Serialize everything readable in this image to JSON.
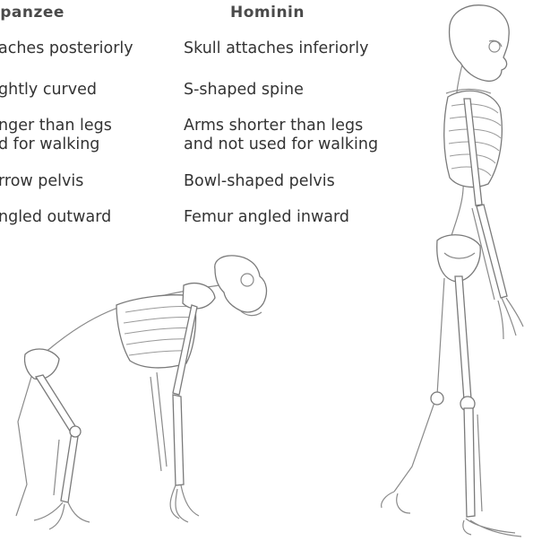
{
  "columns": {
    "chimpanzee": {
      "heading": "mpanzee",
      "traits": [
        "aches posteriorly",
        "ghtly curved",
        "nger than legs",
        "d for walking",
        "rrow pelvis",
        "ngled outward"
      ]
    },
    "hominin": {
      "heading": "Hominin",
      "traits": [
        "Skull attaches inferiorly",
        "S-shaped spine",
        "Arms shorter than legs",
        "and not used for walking",
        "Bowl-shaped pelvis",
        "Femur angled inward"
      ]
    }
  }
}
